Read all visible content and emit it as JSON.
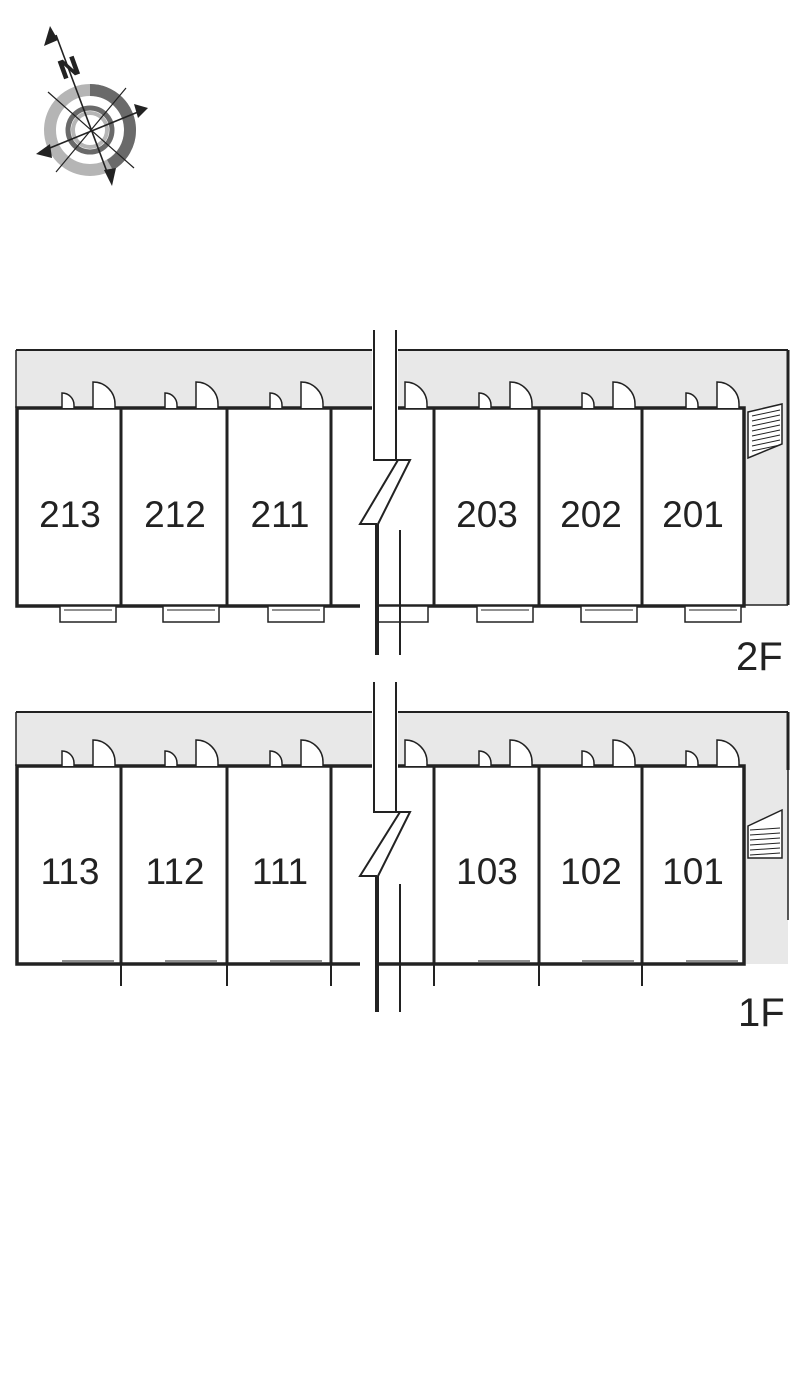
{
  "compass": {
    "north_label": "N",
    "icon": "compass-rose-icon"
  },
  "floors": [
    {
      "id": "2F",
      "label": "2F",
      "units": [
        "213",
        "212",
        "211",
        "",
        "203",
        "202",
        "201"
      ]
    },
    {
      "id": "1F",
      "label": "1F",
      "units": [
        "113",
        "112",
        "111",
        "",
        "103",
        "102",
        "101"
      ]
    }
  ],
  "colors": {
    "corridor": "#e8e8e8",
    "wall": "#222222",
    "compass_dark": "#6a6a6a",
    "compass_light": "#b5b5b5"
  }
}
